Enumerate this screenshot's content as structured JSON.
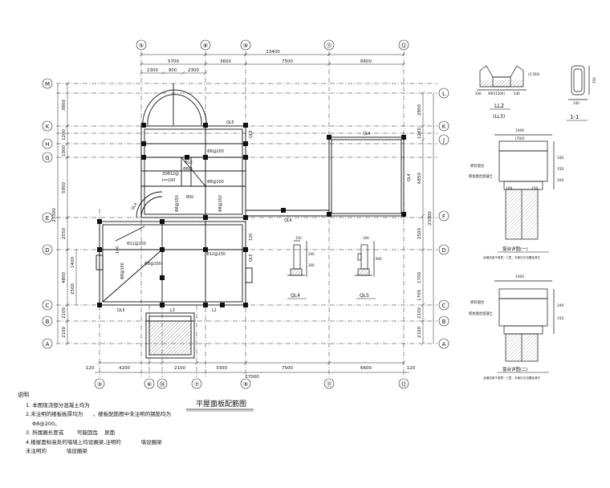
{
  "axes_top": [
    "⑤",
    "⑧",
    "⑨",
    "⑪",
    "⑫"
  ],
  "axes_bottom": [
    "③",
    "⑥",
    "⑭",
    "⑦",
    "⑨",
    "⑪",
    "⑫"
  ],
  "axes_left": [
    "M",
    "K",
    "H",
    "G",
    "E",
    "D",
    "C",
    "B",
    "A"
  ],
  "axes_right": [
    "L",
    "K",
    "J",
    "F",
    "D",
    "C",
    "B",
    "A"
  ],
  "dims_top": {
    "total": "23400",
    "row1": [
      "5700",
      "3600",
      "7500",
      "6600"
    ],
    "row2": [
      "2300",
      "900",
      "2300"
    ]
  },
  "dims_bottom": {
    "row1": [
      "4200",
      "2100",
      "3300",
      "7500",
      "6600"
    ],
    "total": "27000",
    "edge_left": "120",
    "edge_right": "120"
  },
  "dims_left": {
    "row1": [
      "3800",
      "1200",
      "1000",
      "5950",
      "2550",
      "4800",
      "2100",
      "2100"
    ],
    "sub": [
      "1400",
      "2500"
    ],
    "total": "23300"
  },
  "dims_right": {
    "row1": [
      "2800",
      "1200",
      "6850",
      "2500",
      "1700",
      "1700",
      "2100",
      "2100"
    ],
    "total": "23300"
  },
  "plan_labels": {
    "ql5_top": "QL5",
    "ql5_right": "QL5",
    "ql4_top": "QL4",
    "ql4_right": "QL4",
    "ql4_mid": "QL4",
    "ql4_arc": "QL4",
    "ql5_bottom": "QL5",
    "l3": "L3",
    "l2": "L2",
    "ql5_side": "QL5",
    "reb1": "Φ8@200",
    "reb2": "Φ8@200",
    "reb3": "Φ8@150",
    "reb4": "Φ8@150",
    "reb5": "Φ12@150",
    "reb6": "Φ12@150",
    "reb7": "Φ8@100",
    "reb8": "Φ8@100",
    "reb9": "20Φ12@",
    "reb10": "Φ8@",
    "reb11": "Φ12",
    "h1": "h=100",
    "dim800": "800",
    "d140": "140",
    "d120": "120"
  },
  "sections": {
    "ql4_label": "QL4",
    "ql5_label": "QL5",
    "ll2_label": "LL2",
    "ll2_ref": "(LL3)",
    "s11_label": "1-1",
    "ll2_dims": [
      "240",
      "900(1500)",
      "240"
    ],
    "ll2_sub": "(3.500)",
    "s11_dims": [
      "240",
      "350"
    ],
    "ql_dims": [
      "150",
      "200",
      "300",
      "100",
      "600"
    ]
  },
  "details": {
    "d1_title": "窗台详图(一)",
    "d1_note": "此做法用于首层~三层，平面已示位置及其它",
    "d2_title": "窗台详图(二)",
    "d2_note": "此做法用于首层~三层，平面已示位置及其它",
    "lbl_a": "原有窗台",
    "lbl_b": "新加窗台混凝土",
    "dims": [
      "1400",
      "(700)",
      "240",
      "150",
      "200",
      "100",
      "150"
    ]
  },
  "title": "平屋面板配筋图",
  "notes": {
    "heading": "说明",
    "n1": "1. 本图现浇部分混凝土均为",
    "n2a": "2.未注明的楼板板厚均为",
    "n2b": "，楼板配筋图中未注明的钢筋均为",
    "n2c": "Φ8@200。",
    "n3a": "3. 所属圈长度或",
    "n3b": "可能固齿",
    "n3c": "屏面",
    "n4a": "4.楼屋面标高处的墙墙上均设圈梁,注明的",
    "n4b": "墙设圈梁",
    "n4c": "未注明的",
    "n4d": "墙设圈梁"
  }
}
